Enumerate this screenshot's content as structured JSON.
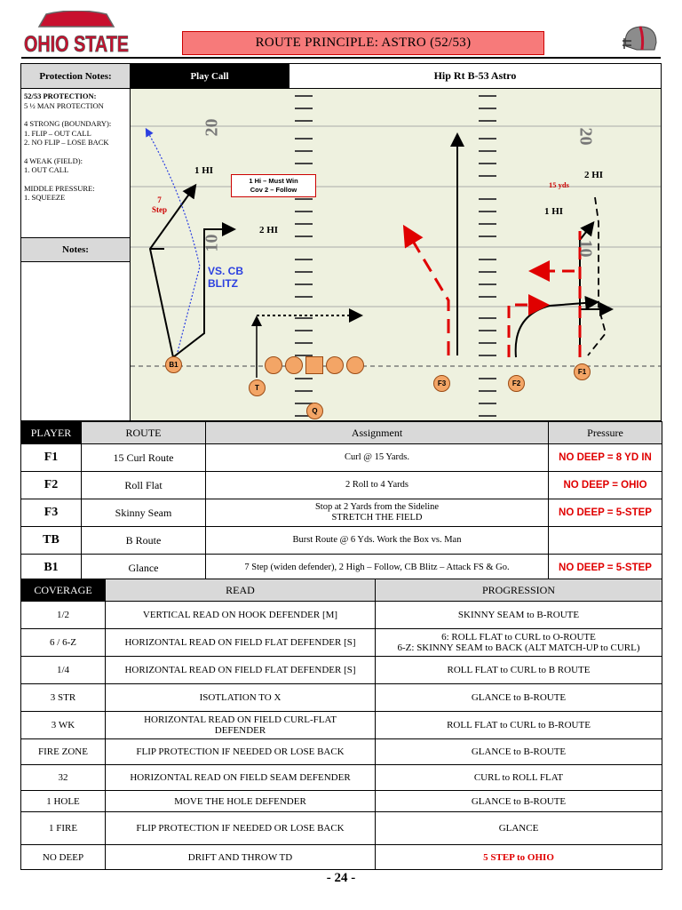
{
  "header": {
    "title": "ROUTE PRINCIPLE: ASTRO (52/53)",
    "logo_text": "OHIO STATE",
    "logo_icon": "block-o-logo",
    "helmet_icon": "football-helmet-icon"
  },
  "play_card": {
    "protection_header": "Protection Notes:",
    "protection_lines": [
      "52/53 PROTECTION:",
      "5 ½ MAN PROTECTION",
      "",
      "4 STRONG (BOUNDARY):",
      "1.  FLIP – OUT CALL",
      "2.  NO FLIP – LOSE BACK",
      "",
      "4 WEAK (FIELD):",
      "1.  OUT CALL",
      "",
      "MIDDLE PRESSURE:",
      "1.  SQUEEZE"
    ],
    "notes_header": "Notes:",
    "play_call_header": "Play Call",
    "play_call_value": "Hip Rt B-53 Astro"
  },
  "diagram": {
    "yard_numbers": [
      "20",
      "10",
      "20",
      "10"
    ],
    "labels": {
      "one_hi_left": "1 HI",
      "two_hi_left": "2 HI",
      "seven_step": [
        "7",
        "Step"
      ],
      "vs_cb_blitz": [
        "VS. CB",
        "BLITZ"
      ],
      "fifteen_yds": "15 yds",
      "two_hi_right": "2 HI",
      "one_hi_right": "1 HI"
    },
    "note_box": [
      "1 Hi – Must Win",
      "Cov 2 – Follow"
    ],
    "players": {
      "b1": "B1",
      "t": "T",
      "q": "Q",
      "f3": "F3",
      "f2": "F2",
      "f1": "F1"
    },
    "colors": {
      "field": "#eef1df",
      "route": "#000000",
      "hot_route": "#e00000",
      "blitz_route": "#2b3fe0",
      "player": "#f3a566"
    }
  },
  "players_table": {
    "headers": [
      "PLAYER",
      "ROUTE",
      "Assignment",
      "Pressure"
    ],
    "rows": [
      {
        "player": "F1",
        "route": "15 Curl Route",
        "assignment": "Curl @ 15 Yards.",
        "pressure": "NO DEEP = 8 YD IN"
      },
      {
        "player": "F2",
        "route": "Roll Flat",
        "assignment": "2 Roll to 4 Yards",
        "pressure": "NO DEEP = OHIO"
      },
      {
        "player": "F3",
        "route": "Skinny Seam",
        "assignment": "Stop at 2 Yards from the Sideline",
        "assignment2": "STRETCH THE FIELD",
        "pressure": "NO DEEP = 5-STEP"
      },
      {
        "player": "TB",
        "route": "B Route",
        "assignment": "Burst Route @ 6 Yds.  Work the Box vs. Man",
        "pressure": ""
      },
      {
        "player": "B1",
        "route": "Glance",
        "assignment": "7 Step (widen defender), 2 High – Follow, CB Blitz – Attack FS & Go.",
        "pressure": "NO DEEP = 5-STEP"
      }
    ]
  },
  "coverage_table": {
    "headers": [
      "COVERAGE",
      "READ",
      "PROGRESSION"
    ],
    "rows": [
      {
        "coverage": "1/2",
        "read": "VERTICAL READ ON HOOK DEFENDER [M]",
        "progression": "SKINNY SEAM to B-ROUTE"
      },
      {
        "coverage": "6 / 6-Z",
        "read": "HORIZONTAL READ ON FIELD FLAT DEFENDER [S]",
        "progression": "6: ROLL FLAT to CURL to O-ROUTE",
        "progression2": "6-Z:  SKINNY SEAM to BACK (ALT MATCH-UP to CURL)"
      },
      {
        "coverage": "1/4",
        "read": "HORIZONTAL READ ON FIELD FLAT DEFENDER [S]",
        "progression": "ROLL FLAT to CURL to B ROUTE"
      },
      {
        "coverage": "3 STR",
        "read": "ISOTLATION TO X",
        "progression": "GLANCE to B-ROUTE"
      },
      {
        "coverage": "3 WK",
        "read": "HORIZONTAL READ ON FIELD CURL-FLAT",
        "read2": "DEFENDER",
        "progression": "ROLL FLAT to CURL to B-ROUTE"
      },
      {
        "coverage": "FIRE ZONE",
        "read": "FLIP PROTECTION IF NEEDED OR LOSE BACK",
        "progression": "GLANCE to B-ROUTE"
      },
      {
        "coverage": "32",
        "read": "HORIZONTAL READ ON FIELD SEAM DEFENDER",
        "progression": "CURL to ROLL FLAT"
      },
      {
        "coverage": "1 HOLE",
        "read": "MOVE THE HOLE DEFENDER",
        "progression": "GLANCE to B-ROUTE"
      },
      {
        "coverage": "1 FIRE",
        "read": "FLIP PROTECTION IF NEEDED OR LOSE BACK",
        "progression": "GLANCE"
      },
      {
        "coverage": "NO DEEP",
        "read": "DRIFT AND THROW TD",
        "progression": "5 STEP to OHIO"
      }
    ]
  },
  "page_number": "- 24 -"
}
